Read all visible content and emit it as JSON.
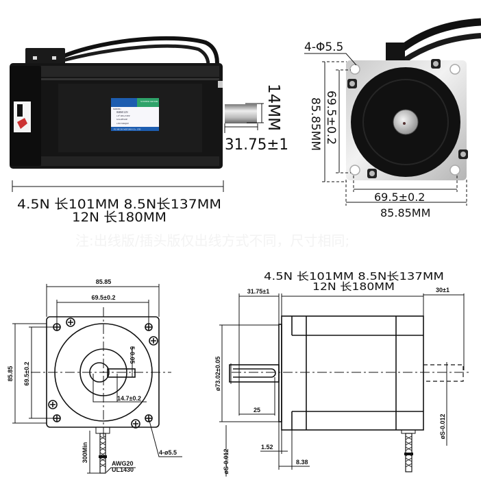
{
  "photo_side": {
    "length_line1": "4.5N 长101MM  8.5N长137MM",
    "length_line2": "12N 长180MM",
    "shaft_diameter": "14MM",
    "shaft_length": "31.75±1",
    "label": {
      "model_title": "MODEL:",
      "model": "86HSE12N",
      "step": "1.8° DEG/STEP",
      "current": "6.0A/PHASE",
      "torque": "12N/TORQUE",
      "maker": "FU HE DE MOTORS CO., LTD",
      "type": "STEPPER MOTOR"
    }
  },
  "photo_front": {
    "holes": "4-Φ5.5",
    "height": "85.85MM",
    "hole_pitch_vertical": "69.5±0.2",
    "hole_pitch_horizontal": "69.5±0.2",
    "width": "85.85MM"
  },
  "note": "注:出线版/插头版仅出线方式不同，尺寸相同;",
  "drawing_front": {
    "width": "85.85",
    "hole_pitch_h": "69.5±0.2",
    "height": "85.85",
    "hole_pitch_v": "69.5±0.2",
    "key_width": "5-0.05",
    "key_depth": "14.7±0.2",
    "holes": "4-ø5.5",
    "lead_length": "300Min",
    "wire_gauge": "AWG20",
    "wire_spec": "UL1430"
  },
  "drawing_side": {
    "length_line1": "4.5N 长101MM  8.5N长137MM",
    "length_line2": "12N 长180MM",
    "shaft_length": "31.75±1",
    "rear_shaft_length": "30±1",
    "pilot_diameter": "ø73.02±0.05",
    "key_length": "25",
    "shaft_diameter_front": "øS-0.012",
    "shaft_diameter_rear": "øS-0.012",
    "flange_thickness": "1.52",
    "pilot_offset": "8.38"
  }
}
